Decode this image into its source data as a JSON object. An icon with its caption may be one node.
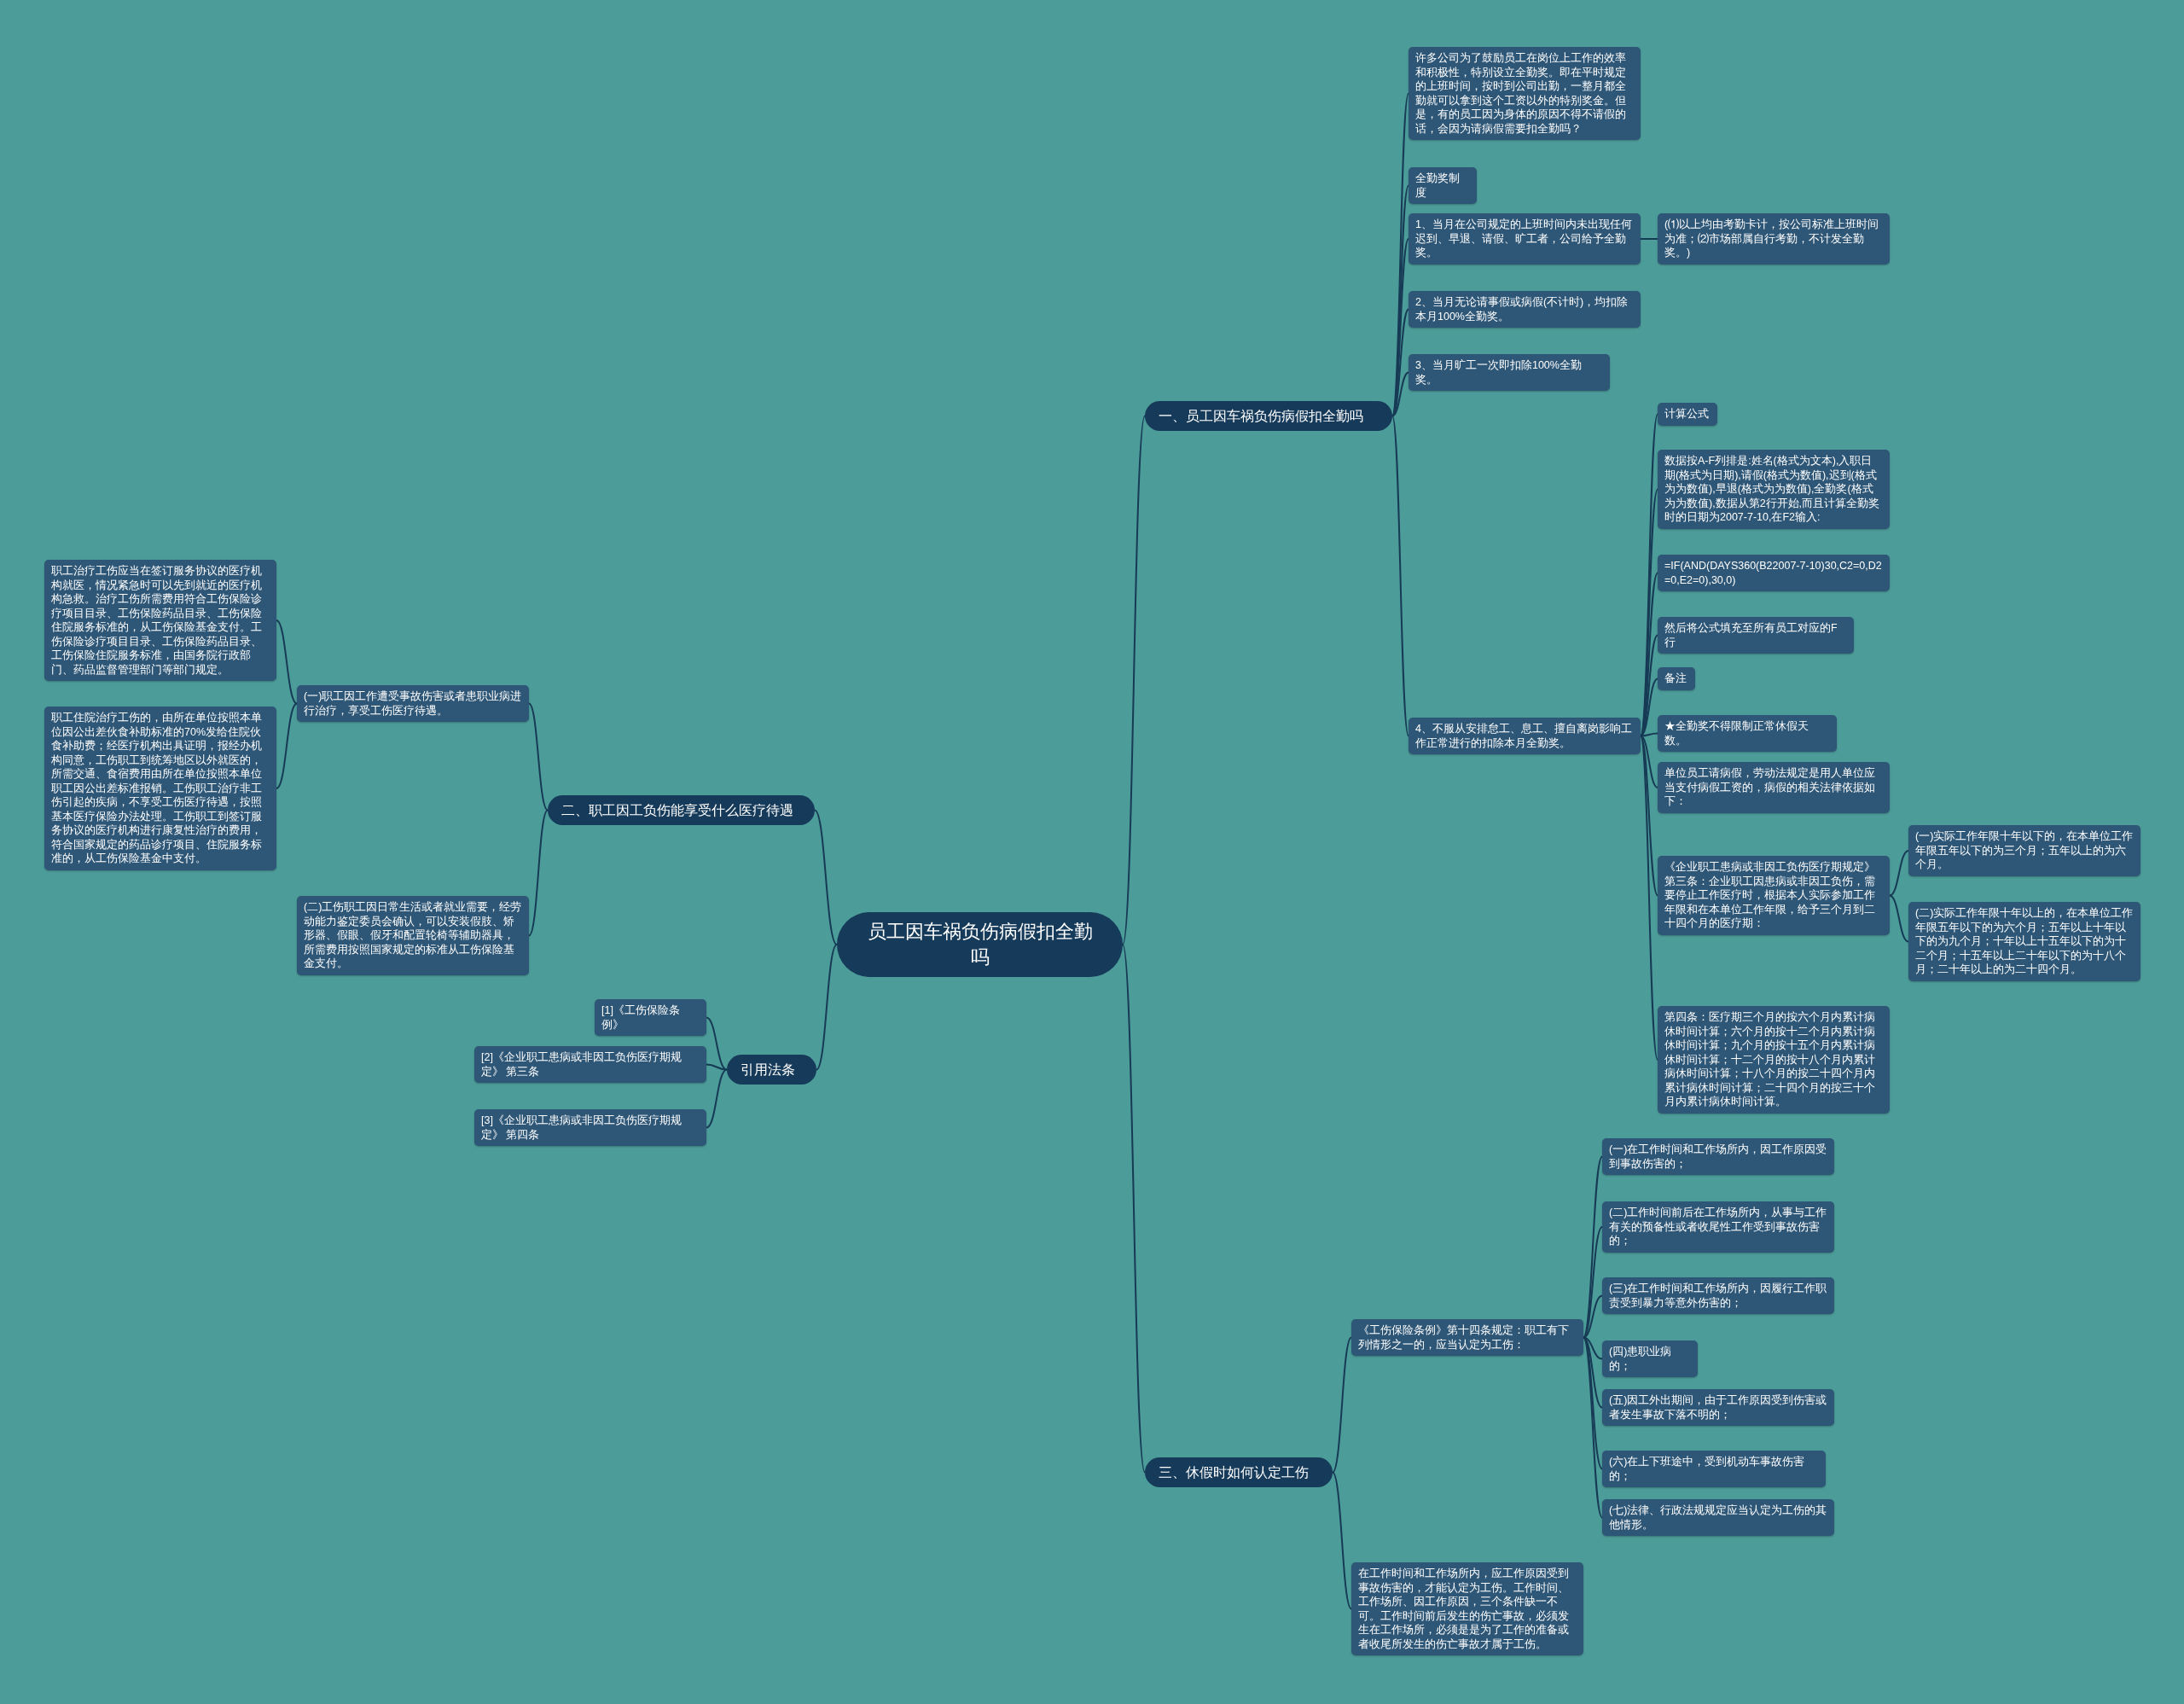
{
  "diagram": {
    "nodes": [
      {
        "text": [
          "员工因车祸负伤病假扣全勤吗"
        ]
      },
      {
        "text": [
          "一、员工因车祸负伤病假扣全勤吗"
        ]
      },
      {
        "text": [
          "许多公司为了鼓励员工在岗位上工作的效率和积极性，特别设立全勤奖。即在平时规定的上班时间，按时到公司出勤，一整月都全勤就可以拿到这个工资以外的特别奖金。但是，有的员工因为身体的原因不得不请假的话，会因为请病假需要扣全勤吗？"
        ]
      },
      {
        "text": [
          "全勤奖制度"
        ]
      },
      {
        "text": [
          "1、当月在公司规定的上班时间内未出现任何迟到、早退、请假、旷工者，公司给予全勤奖。"
        ]
      },
      {
        "text": [
          "(⑴以上均由考勤卡计，按公司标准上班时间为准；⑵市场部属自行考勤，不计发全勤奖。)"
        ]
      },
      {
        "text": [
          "2、当月无论请事假或病假(不计时)，均扣除本月100%全勤奖。"
        ]
      },
      {
        "text": [
          "3、当月旷工一次即扣除100%全勤奖。"
        ]
      },
      {
        "text": [
          "4、不服从安排怠工、息工、擅自离岗影响工作正常进行的扣除本月全勤奖。"
        ]
      },
      {
        "text": [
          "计算公式"
        ]
      },
      {
        "text": [
          "数据按A-F列排是:姓名(格式为文本),入职日期(格式为日期),请假(格式为数值),迟到(格式为为数值),早退(格式为为数值),全勤奖(格式为为数值),数据从第2行开始,而且计算全勤奖时的日期为2007-7-10,在F2输入:"
        ]
      },
      {
        "text": [
          "=IF(AND(DAYS360(B22007-7-10)30,C2=0,D2=0,E2=0),30,0)"
        ]
      },
      {
        "text": [
          "然后将公式填充至所有员工对应的F行"
        ]
      },
      {
        "text": [
          "备注"
        ]
      },
      {
        "text": [
          "★全勤奖不得限制正常休假天数。"
        ]
      },
      {
        "text": [
          "单位员工请病假，劳动法规定是用人单位应当支付病假工资的，病假的相关法律依据如下："
        ]
      },
      {
        "text": [
          "《企业职工患病或非因工负伤医疗期规定》第三条：企业职工因患病或非因工负伤，需要停止工作医疗时，根据本人实际参加工作年限和在本单位工作年限，给予三个月到二十四个月的医疗期："
        ]
      },
      {
        "text": [
          "(一)实际工作年限十年以下的，在本单位工作年限五年以下的为三个月；五年以上的为六个月。"
        ]
      },
      {
        "text": [
          "(二)实际工作年限十年以上的，在本单位工作年限五年以下的为六个月；五年以上十年以下的为九个月；十年以上十五年以下的为十二个月；十五年以上二十年以下的为十八个月；二十年以上的为二十四个月。"
        ]
      },
      {
        "text": [
          "第四条：医疗期三个月的按六个月内累计病休时间计算；六个月的按十二个月内累计病休时间计算；九个月的按十五个月内累计病休时间计算；十二个月的按十八个月内累计病休时间计算；十八个月的按二十四个月内累计病休时间计算；二十四个月的按三十个月内累计病休时间计算。"
        ]
      },
      {
        "text": [
          "二、职工因工负伤能享受什么医疗待遇"
        ]
      },
      {
        "text": [
          "(一)职工因工作遭受事故伤害或者患职业病进行治疗，享受工伤医疗待遇。"
        ]
      },
      {
        "text": [
          "职工治疗工伤应当在签订服务协议的医疗机构就医，情况紧急时可以先到就近的医疗机构急救。治疗工伤所需费用符合工伤保险诊疗项目目录、工伤保险药品目录、工伤保险住院服务标准的，从工伤保险基金支付。工伤保险诊疗项目目录、工伤保险药品目录、工伤保险住院服务标准，由国务院行政部门、药品监督管理部门等部门规定。"
        ]
      },
      {
        "text": [
          "职工住院治疗工伤的，由所在单位按照本单位因公出差伙食补助标准的70%发给住院伙食补助费；经医疗机构出具证明，报经办机构同意，工伤职工到统筹地区以外就医的，所需交通、食宿费用由所在单位按照本单位职工因公出差标准报销。工伤职工治疗非工伤引起的疾病，不享受工伤医疗待遇，按照基本医疗保险办法处理。工伤职工到签订服务协议的医疗机构进行康复性治疗的费用，符合国家规定的药品诊疗项目、住院服务标准的，从工伤保险基金中支付。"
        ]
      },
      {
        "text": [
          "(二)工伤职工因日常生活或者就业需要，经劳动能力鉴定委员会确认，可以安装假肢、矫形器、假眼、假牙和配置轮椅等辅助器具，所需费用按照国家规定的标准从工伤保险基金支付。"
        ]
      },
      {
        "text": [
          "引用法条"
        ]
      },
      {
        "text": [
          "[1]《工伤保险条例》"
        ]
      },
      {
        "text": [
          "[2]《企业职工患病或非因工负伤医疗期规定》 第三条"
        ]
      },
      {
        "text": [
          "[3]《企业职工患病或非因工负伤医疗期规定》 第四条"
        ]
      },
      {
        "text": [
          "三、休假时如何认定工伤"
        ]
      },
      {
        "text": [
          "《工伤保险条例》第十四条规定：职工有下列情形之一的，应当认定为工伤："
        ]
      },
      {
        "text": [
          "(一)在工作时间和工作场所内，因工作原因受到事故伤害的；"
        ]
      },
      {
        "text": [
          "(二)工作时间前后在工作场所内，从事与工作有关的预备性或者收尾性工作受到事故伤害的；"
        ]
      },
      {
        "text": [
          "(三)在工作时间和工作场所内，因履行工作职责受到暴力等意外伤害的；"
        ]
      },
      {
        "text": [
          "(四)患职业病的；"
        ]
      },
      {
        "text": [
          "(五)因工外出期间，由于工作原因受到伤害或者发生事故下落不明的；"
        ]
      },
      {
        "text": [
          "(六)在上下班途中，受到机动车事故伤害的；"
        ]
      },
      {
        "text": [
          "(七)法律、行政法规规定应当认定为工伤的其他情形。"
        ]
      },
      {
        "text": [
          "在工作时间和工作场所内，应工作原因受到事故伤害的，才能认定为工伤。工作时间、工作场所、因工作原因，三个条件缺一不可。工作时间前后发生的伤亡事故，必须发生在工作场所，必须是是为了工作的准备或者收尾所发生的伤亡事故才属于工伤。"
        ]
      }
    ],
    "edges": [
      {
        "from": 0,
        "to": 1,
        "arrow": "none"
      },
      {
        "from": 0,
        "to": 20,
        "arrow": "none"
      },
      {
        "from": 0,
        "to": 25,
        "arrow": "none"
      },
      {
        "from": 0,
        "to": 29,
        "arrow": "none"
      },
      {
        "from": 1,
        "to": 2,
        "arrow": "none"
      },
      {
        "from": 1,
        "to": 3,
        "arrow": "none"
      },
      {
        "from": 1,
        "to": 4,
        "arrow": "none"
      },
      {
        "from": 1,
        "to": 6,
        "arrow": "none"
      },
      {
        "from": 1,
        "to": 7,
        "arrow": "none"
      },
      {
        "from": 1,
        "to": 8,
        "arrow": "none"
      },
      {
        "from": 4,
        "to": 5,
        "arrow": "none"
      },
      {
        "from": 8,
        "to": 9,
        "arrow": "none"
      },
      {
        "from": 8,
        "to": 10,
        "arrow": "none"
      },
      {
        "from": 8,
        "to": 11,
        "arrow": "none"
      },
      {
        "from": 8,
        "to": 12,
        "arrow": "none"
      },
      {
        "from": 8,
        "to": 13,
        "arrow": "none"
      },
      {
        "from": 8,
        "to": 14,
        "arrow": "none"
      },
      {
        "from": 8,
        "to": 15,
        "arrow": "none"
      },
      {
        "from": 8,
        "to": 16,
        "arrow": "none"
      },
      {
        "from": 8,
        "to": 19,
        "arrow": "none"
      },
      {
        "from": 16,
        "to": 17,
        "arrow": "none"
      },
      {
        "from": 16,
        "to": 18,
        "arrow": "none"
      },
      {
        "from": 20,
        "to": 21,
        "arrow": "none"
      },
      {
        "from": 20,
        "to": 24,
        "arrow": "none"
      },
      {
        "from": 21,
        "to": 22,
        "arrow": "none"
      },
      {
        "from": 21,
        "to": 23,
        "arrow": "none"
      },
      {
        "from": 25,
        "to": 26,
        "arrow": "none"
      },
      {
        "from": 25,
        "to": 27,
        "arrow": "none"
      },
      {
        "from": 25,
        "to": 28,
        "arrow": "none"
      },
      {
        "from": 29,
        "to": 30,
        "arrow": "none"
      },
      {
        "from": 29,
        "to": 38,
        "arrow": "none"
      },
      {
        "from": 30,
        "to": 31,
        "arrow": "none"
      },
      {
        "from": 30,
        "to": 32,
        "arrow": "none"
      },
      {
        "from": 30,
        "to": 33,
        "arrow": "none"
      },
      {
        "from": 30,
        "to": 34,
        "arrow": "none"
      },
      {
        "from": 30,
        "to": 35,
        "arrow": "none"
      },
      {
        "from": 30,
        "to": 36,
        "arrow": "none"
      },
      {
        "from": 30,
        "to": 37,
        "arrow": "none"
      }
    ]
  }
}
